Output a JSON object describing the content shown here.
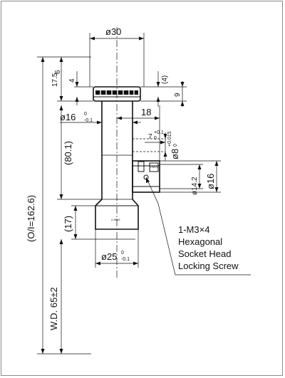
{
  "dimensions": {
    "top_diameter": "ø30",
    "top_height": "17.5",
    "top_height_small": "6",
    "ring_offset": "4",
    "ring_gap": "(4)",
    "ring_thickness": "9",
    "shaft_diameter": "ø16",
    "shaft_tol_upper": "0",
    "shaft_tol_lower": "-0.1",
    "side_offset": "18",
    "body_length": "(80.1)",
    "overall_length": "(O/I=162.6)",
    "port_depth": "7",
    "port_depth_tol_upper": "+0.1",
    "port_depth_tol_lower": "0",
    "port_diameter": "ø8",
    "port_tol_upper": "+0.015",
    "port_tol_lower": "0",
    "flange_diameter": "ø14.2",
    "flange_outer": "ø16",
    "nose_length": "(17)",
    "nose_diameter": "ø25",
    "nose_tol_upper": "0",
    "nose_tol_lower": "-0.1",
    "working_distance": "W.D. 65±2"
  },
  "callout": {
    "line1": "1-M3×4",
    "line2": "Hexagonal",
    "line3": "Socket Head",
    "line4": "Locking Screw"
  },
  "engravings": {
    "nose_text": "2-5883",
    "fitting_text": "CMVL"
  }
}
